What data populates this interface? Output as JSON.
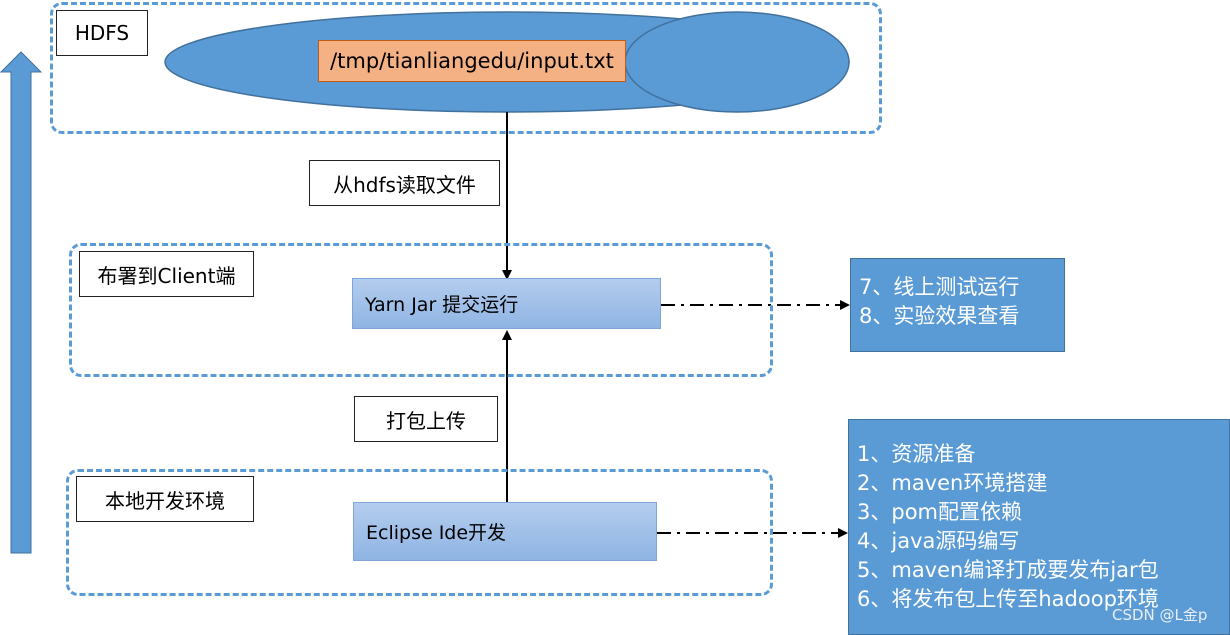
{
  "hdfs": {
    "title": "HDFS",
    "file_path": "/tmp/tianliangedu/input.txt"
  },
  "edges": {
    "read_from_hdfs": "从hdfs读取文件",
    "package_upload": "打包上传"
  },
  "client": {
    "title": "布署到Client端",
    "submit_node": "Yarn Jar 提交运行"
  },
  "local": {
    "title": "本地开发环境",
    "dev_node": "Eclipse Ide开发"
  },
  "online_steps": [
    "7、线上测试运行",
    "8、实验效果查看"
  ],
  "local_steps": [
    "1、资源准备",
    "2、maven环境搭建",
    "3、pom配置依赖",
    "4、java源码编写",
    "5、maven编译打成要发布jar包",
    "6、将发布包上传至hadoop环境"
  ],
  "watermark": "CSDN @L金p",
  "colors": {
    "accent_blue": "#5b9bd5",
    "path_orange": "#f4b183",
    "node_blue": "#a9c6ec"
  }
}
